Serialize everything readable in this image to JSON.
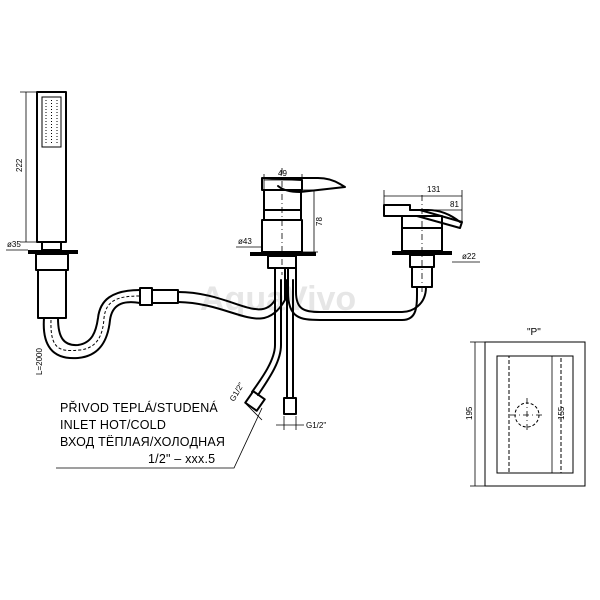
{
  "watermark": "AquaVivo",
  "dimensions": {
    "shower_height": "222",
    "shower_diameter": "ø35",
    "hose_length": "L=2000",
    "lever_width": "49",
    "mixer_height": "78",
    "mixer_diameter": "ø43",
    "spout_length": "131",
    "spout_projection": "81",
    "spout_diameter": "ø22",
    "thread_left": "G1/2\"",
    "thread_right": "G1/2\""
  },
  "inlet_note": {
    "line1": "PŘIVOD TEPLÁ/STUDENÁ",
    "line2": "INLET HOT/COLD",
    "line3": "ВХОД ТЁПЛАЯ/ХОЛОДНАЯ",
    "line4": "1/2\" – xxx.5"
  },
  "detail_p": {
    "label": "\"P\"",
    "height_outer": "195",
    "height_inner": "155"
  }
}
